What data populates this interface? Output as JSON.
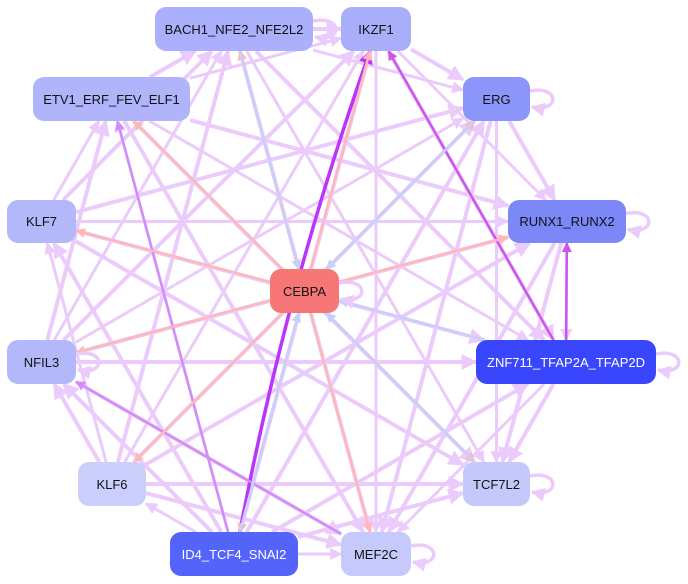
{
  "nodes": [
    {
      "id": "BACH1_NFE2_NFE2L2",
      "label": "BACH1_NFE2_NFE2L2",
      "color": "#aab0fb"
    },
    {
      "id": "IKZF1",
      "label": "IKZF1",
      "color": "#a9aefb"
    },
    {
      "id": "ETV1_ERF_FEV_ELF1",
      "label": "ETV1_ERF_FEV_ELF1",
      "color": "#b0b5fb"
    },
    {
      "id": "ERG",
      "label": "ERG",
      "color": "#8c96fa"
    },
    {
      "id": "KLF7",
      "label": "KLF7",
      "color": "#b3b8fb"
    },
    {
      "id": "RUNX1_RUNX2",
      "label": "RUNX1_RUNX2",
      "color": "#7d88f8"
    },
    {
      "id": "CEBPA",
      "label": "CEBPA",
      "color": "#f77676"
    },
    {
      "id": "NFIL3",
      "label": "NFIL3",
      "color": "#b3b8fb"
    },
    {
      "id": "ZNF711_TFAP2A_TFAP2D",
      "label": "ZNF711_TFAP2A_TFAP2D",
      "color": "#3a46fc"
    },
    {
      "id": "KLF6",
      "label": "KLF6",
      "color": "#cbcffc"
    },
    {
      "id": "TCF7L2",
      "label": "TCF7L2",
      "color": "#c4c8fb"
    },
    {
      "id": "ID4_TCF4_SNAI2",
      "label": "ID4_TCF4_SNAI2",
      "color": "#5464fb"
    },
    {
      "id": "MEF2C",
      "label": "MEF2C",
      "color": "#c6c9fb"
    }
  ],
  "edge_colors": {
    "default": "#ebcbfb",
    "strong": "#bb33ff",
    "medium": "#cc55ee",
    "mid": "#d28cf8",
    "pink": "#ffb8b8",
    "blue": "#c6d0fb"
  },
  "self_loops": [
    "BACH1_NFE2_NFE2L2",
    "ERG",
    "RUNX1_RUNX2",
    "CEBPA",
    "NFIL3",
    "ZNF711_TFAP2A_TFAP2D",
    "TCF7L2",
    "MEF2C"
  ],
  "special_edges": [
    {
      "from": "ID4_TCF4_SNAI2",
      "to": "IKZF1",
      "color": "strong"
    },
    {
      "from": "ZNF711_TFAP2A_TFAP2D",
      "to": "RUNX1_RUNX2",
      "color": "medium"
    },
    {
      "from": "ZNF711_TFAP2A_TFAP2D",
      "to": "IKZF1",
      "color": "medium"
    },
    {
      "from": "ID4_TCF4_SNAI2",
      "to": "ETV1_ERF_FEV_ELF1",
      "color": "mid"
    },
    {
      "from": "MEF2C",
      "to": "NFIL3",
      "color": "mid"
    },
    {
      "from": "CEBPA",
      "to": "BACH1_NFE2_NFE2L2",
      "color": "pink"
    },
    {
      "from": "CEBPA",
      "to": "IKZF1",
      "color": "pink"
    },
    {
      "from": "CEBPA",
      "to": "ETV1_ERF_FEV_ELF1",
      "color": "pink"
    },
    {
      "from": "CEBPA",
      "to": "ERG",
      "color": "pink"
    },
    {
      "from": "CEBPA",
      "to": "KLF7",
      "color": "pink"
    },
    {
      "from": "CEBPA",
      "to": "RUNX1_RUNX2",
      "color": "pink"
    },
    {
      "from": "CEBPA",
      "to": "NFIL3",
      "color": "pink"
    },
    {
      "from": "CEBPA",
      "to": "KLF6",
      "color": "pink"
    },
    {
      "from": "CEBPA",
      "to": "TCF7L2",
      "color": "pink"
    },
    {
      "from": "CEBPA",
      "to": "MEF2C",
      "color": "pink"
    },
    {
      "from": "CEBPA",
      "to": "ID4_TCF4_SNAI2",
      "color": "pink"
    },
    {
      "from": "ZNF711_TFAP2A_TFAP2D",
      "to": "CEBPA",
      "color": "blue"
    },
    {
      "from": "ERG",
      "to": "CEBPA",
      "color": "blue"
    },
    {
      "from": "TCF7L2",
      "to": "CEBPA",
      "color": "blue"
    },
    {
      "from": "ID4_TCF4_SNAI2",
      "to": "CEBPA",
      "color": "blue"
    },
    {
      "from": "BACH1_NFE2_NFE2L2",
      "to": "CEBPA",
      "color": "blue"
    }
  ]
}
